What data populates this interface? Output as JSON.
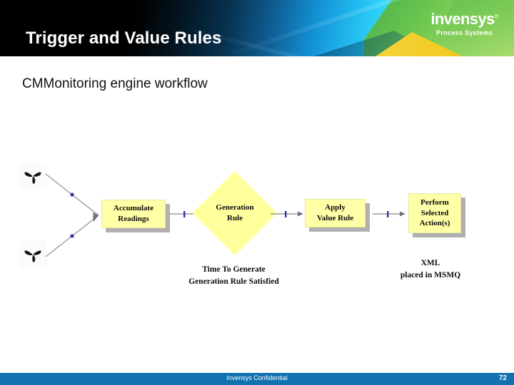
{
  "header": {
    "title": "Trigger and Value Rules",
    "logo": {
      "brand": "invensys",
      "registered": "®",
      "tagline": "Process Systems"
    }
  },
  "slide": {
    "subtitle": "CMMonitoring engine workflow"
  },
  "diagram": {
    "sources": [
      {
        "name": "fan-icon-top",
        "label": "fan-icon"
      },
      {
        "name": "fan-icon-bottom",
        "label": "fan-icon"
      }
    ],
    "nodes": [
      {
        "id": "accumulate",
        "shape": "rect",
        "label": "Accumulate\nReadings"
      },
      {
        "id": "generation-rule",
        "shape": "diamond",
        "label": "Generation\nRule"
      },
      {
        "id": "apply-value-rule",
        "shape": "rect",
        "label": "Apply\nValue Rule"
      },
      {
        "id": "perform-actions",
        "shape": "rect",
        "label": "Perform\nSelected\nAction(s)"
      }
    ],
    "captions": [
      {
        "id": "trigger-caption",
        "text": "Time To Generate\nGeneration Rule Satisfied"
      },
      {
        "id": "output-caption",
        "text": "XML\nplaced in MSMQ"
      }
    ]
  },
  "footer": {
    "confidential": "Invensys Confidential",
    "page_number": "72"
  },
  "colors": {
    "node_fill": "#ffffa8",
    "node_shadow": "#b0b0b0",
    "footer_bar": "#1272b0",
    "banner_cyan": "#37ddfa",
    "banner_green": "#6cc64f",
    "banner_yellow": "#f2c81f",
    "connector": "#9a9a9a",
    "connector_dot": "#3333aa"
  }
}
